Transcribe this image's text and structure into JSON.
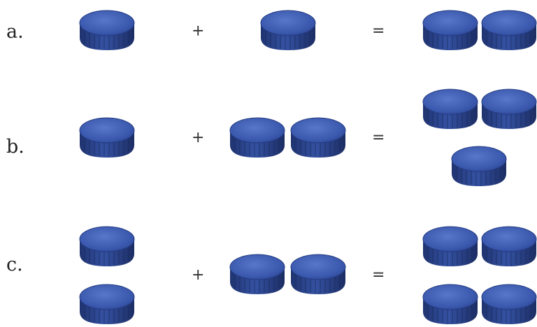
{
  "rows": [
    {
      "label": "a.",
      "plus": "+",
      "equals": "="
    },
    {
      "label": "b.",
      "plus": "+",
      "equals": "="
    },
    {
      "label": "c.",
      "plus": "+",
      "equals": "="
    }
  ],
  "icon": "bottle-cap-icon",
  "colors": {
    "cap": "#2f4f9e",
    "cap_dark": "#1c2f6a",
    "cap_light": "#4a6cc0"
  }
}
